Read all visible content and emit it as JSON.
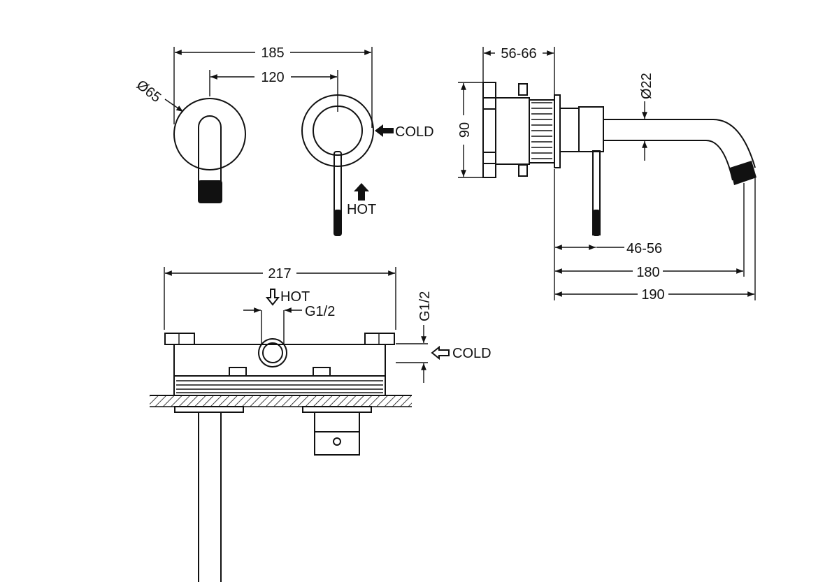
{
  "dimensions": {
    "front_width": "185",
    "front_centers": "120",
    "plate_diameter": "Ø65",
    "side_depth": "56-66",
    "side_height": "90",
    "spout_diameter": "Ø22",
    "lever_offset": "46-56",
    "spout_reach_180": "180",
    "spout_reach_190": "190",
    "body_width": "217",
    "thread_hot": "G1/2",
    "thread_cold": "G1/2"
  },
  "labels": {
    "cold_front": "COLD",
    "hot_front": "HOT",
    "hot_plan": "HOT",
    "cold_plan": "COLD"
  }
}
